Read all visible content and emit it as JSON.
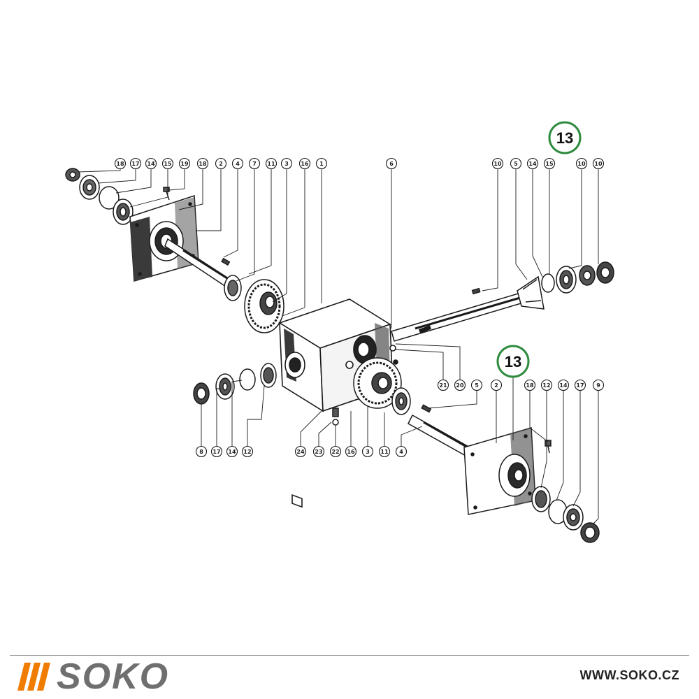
{
  "colors": {
    "highlight_ring": "#2e8b3e",
    "brand_orange": "#f07d00",
    "brand_grey": "#6f6f6f",
    "line": "#1a1a1a",
    "shade": "#3a3a3a"
  },
  "diagram": {
    "highlight_label": "13",
    "upper_callouts": [
      "18",
      "17",
      "14",
      "15",
      "19",
      "18",
      "2",
      "4",
      "7",
      "11",
      "3",
      "16",
      "1",
      "6",
      "10",
      "5",
      "14",
      "15",
      "10",
      "10"
    ],
    "side_callouts": [
      "21",
      "20",
      "5"
    ],
    "lower_callouts": [
      "8",
      "17",
      "14",
      "12",
      "24",
      "23",
      "22",
      "16",
      "3",
      "11",
      "4"
    ],
    "right_callouts": [
      "2",
      "18",
      "12",
      "14",
      "17",
      "9"
    ]
  },
  "footer": {
    "brand": "SOKO",
    "website": "WWW.SOKO.CZ"
  }
}
